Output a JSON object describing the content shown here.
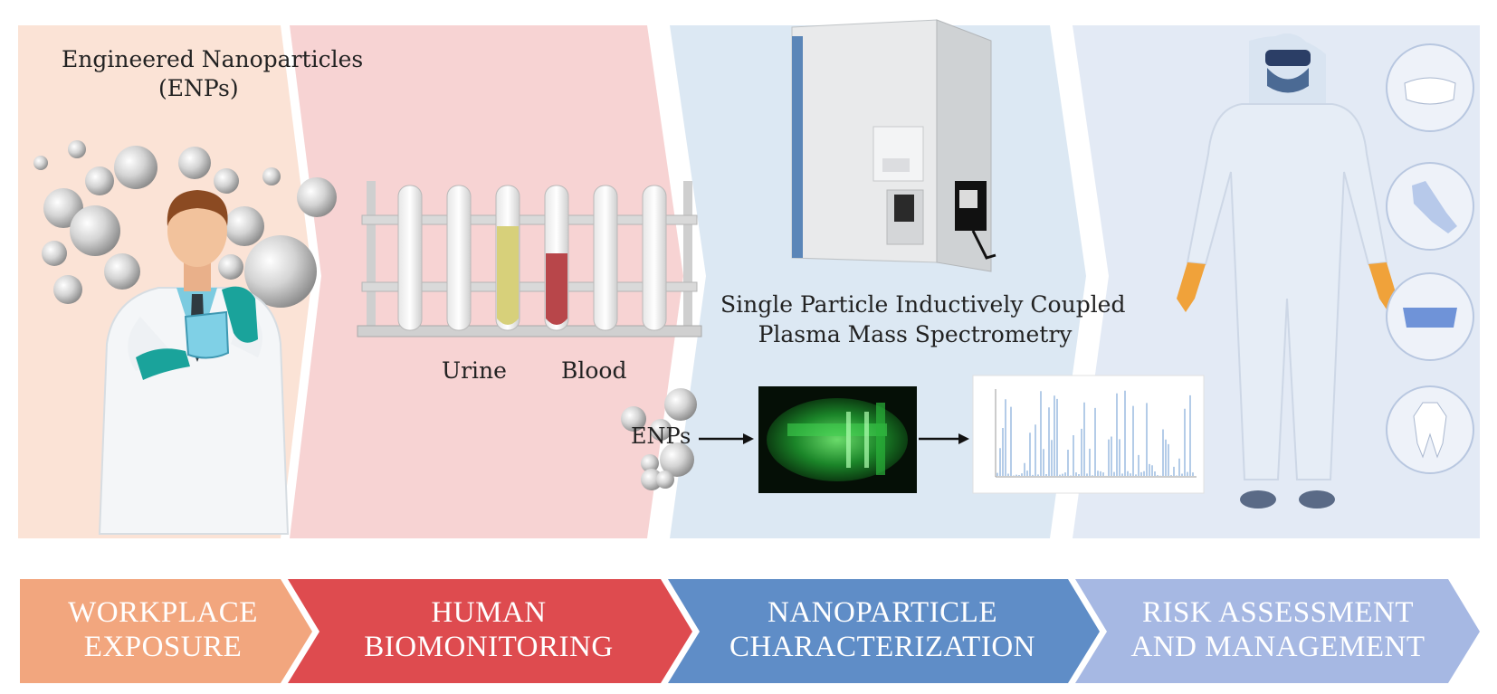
{
  "panels": {
    "exposure": {
      "title_line1": "Engineered Nanoparticles",
      "title_line2": "(ENPs)",
      "icon": "scientist-with-nanoparticles",
      "bg": "#fbe3d6"
    },
    "biomonitoring": {
      "label_urine": "Urine",
      "label_blood": "Blood",
      "icon": "test-tube-rack",
      "bg": "#f7d3d3"
    },
    "characterization": {
      "title_line1": "Single Particle Inductively Coupled",
      "title_line2": "Plasma Mass Spectrometry",
      "enps_label": "ENPs",
      "icon": "icp-ms-instrument",
      "bg": "#dce8f3"
    },
    "risk": {
      "icon": "protective-suit-person",
      "ppe_icons": [
        "mask-icon",
        "glove-icon",
        "goggles-icon",
        "coverall-icon"
      ],
      "bg": "#e3eaf5"
    }
  },
  "banners": [
    {
      "line1": "WORKPLACE",
      "line2": "EXPOSURE",
      "color": "#f2a67e"
    },
    {
      "line1": "HUMAN",
      "line2": "BIOMONITORING",
      "color": "#de4b4f"
    },
    {
      "line1": "NANOPARTICLE",
      "line2": "CHARACTERIZATION",
      "color": "#5f8dc7"
    },
    {
      "line1": "RISK ASSESSMENT",
      "line2": "AND MANAGEMENT",
      "color": "#a6b8e3"
    }
  ]
}
